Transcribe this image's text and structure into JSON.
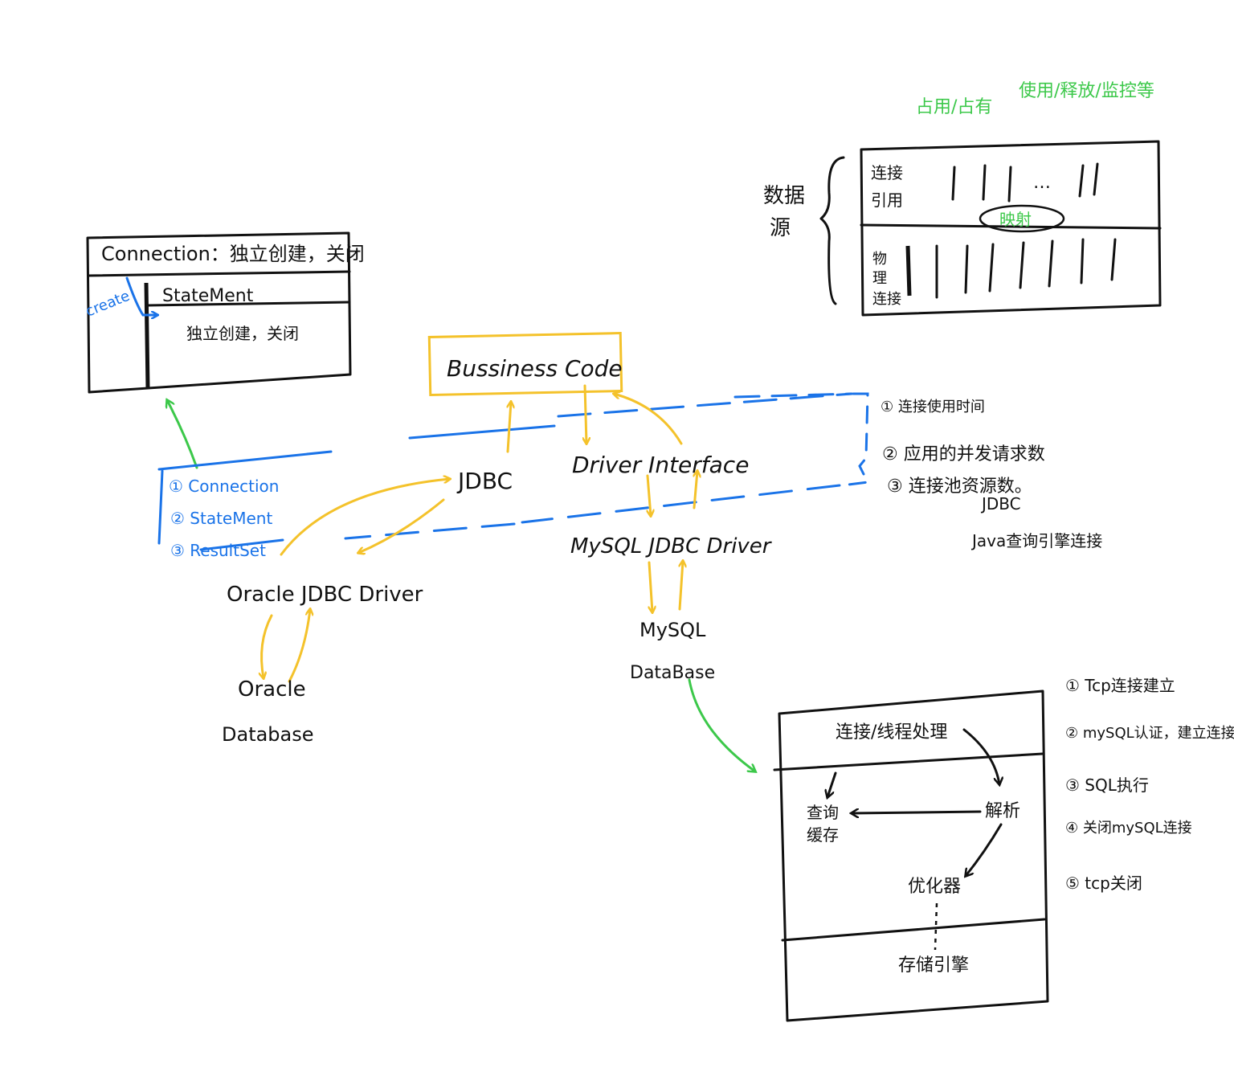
{
  "colors": {
    "ink": "#111111",
    "jdbc_flow": "#f4c22b",
    "jdbc_objects": "#1a73e8",
    "annotation": "#3cc84a"
  },
  "connection_box": {
    "title": "Connection：独立创建，关闭",
    "create_label": "create",
    "statement_title": "StateMent",
    "statement_note": "独立创建，关闭"
  },
  "business_code": "Bussiness  Code",
  "jdbc_interface": {
    "jdbc": "JDBC",
    "driver_interface": "Driver  Interface"
  },
  "jdbc_objects": [
    "① Connection",
    "② StateMent",
    "③ ResultSet"
  ],
  "drivers": {
    "oracle_driver": "Oracle  JDBC  Driver",
    "oracle_db_line1": "Oracle",
    "oracle_db_line2": "Database",
    "mysql_driver": "MySQL  JDBC  Driver",
    "mysql_db_line1": "MySQL",
    "mysql_db_line2": "DataBase"
  },
  "jdbc_notes": [
    "① 连接使用时间",
    "② 应用的并发请求数",
    "③ 连接池资源数。",
    "JDBC",
    "Java查询引擎连接"
  ],
  "datasource": {
    "top_note_left": "占用/占有",
    "top_note_right": "使用/释放/监控等",
    "label_line1": "数据",
    "label_line2": "源",
    "conn_ref_line1": "连接",
    "conn_ref_line2": "引用",
    "ellipsis": "…",
    "mapping": "映射",
    "physical_line1": "物",
    "physical_line2": "理",
    "physical_line3": "连接"
  },
  "mysql_arch": {
    "conn_layer": "连接/线程处理",
    "cache_line1": "查询",
    "cache_line2": "缓存",
    "parser": "解析",
    "optimizer": "优化器",
    "storage": "存储引擎"
  },
  "mysql_steps": [
    "① Tcp连接建立",
    "② mySQL认证，建立连接",
    "③ SQL执行",
    "④ 关闭mySQL连接",
    "⑤ tcp关闭"
  ]
}
